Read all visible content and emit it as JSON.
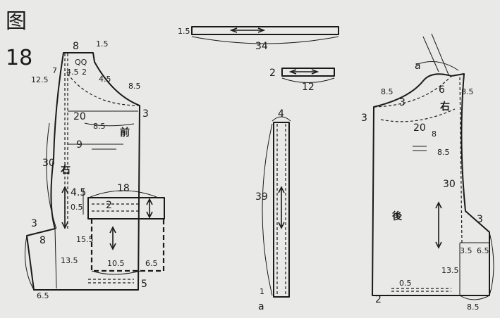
{
  "figure": {
    "title_char": "图",
    "title_num": "18"
  },
  "front": {
    "label": "前",
    "side": "右",
    "dims": {
      "neck_width": "8",
      "neck_rise": "1.5",
      "neck_mark": "QQ",
      "neck_drop": "2",
      "shoulder_slope": "12.5",
      "neck_in": "7",
      "neck_depth": "4.5",
      "neck_side": "4.5",
      "shoulder_len": "8.5",
      "chest": "20",
      "chest_drop": "8.5",
      "armhole_right": "3",
      "width": "9",
      "length": "30",
      "hem_side": "3",
      "side_width": "8",
      "side_len": "13.5",
      "bottom": "6.5",
      "side_rise": "5"
    }
  },
  "pocket": {
    "top_h": "4.5",
    "top_w": "18",
    "gap": "0.5",
    "flap_mark": "2",
    "body_h": "15.5",
    "bottom_w": "10.5",
    "right_w": "6.5"
  },
  "strips": {
    "long": {
      "thickness": "1.5",
      "length": "34"
    },
    "short": {
      "thickness": "2",
      "length": "12"
    },
    "placket": {
      "width": "4",
      "length": "39",
      "end": "1",
      "mark": "a"
    }
  },
  "back": {
    "label": "後",
    "side": "右",
    "dims": {
      "mark_a": "a",
      "neck_left": "8.5",
      "neck_depth": "3",
      "neck_width": "6",
      "neck_right": "8.5",
      "armhole_left": "3",
      "chest": "20",
      "drop": "8",
      "shoulder": "8.5",
      "length": "30",
      "hem_side": "3",
      "side_a": "3.5",
      "side_b": "6.5",
      "side_len": "13.5",
      "hem": "0.5",
      "hem_corner": "2",
      "bottom": "8.5"
    }
  }
}
